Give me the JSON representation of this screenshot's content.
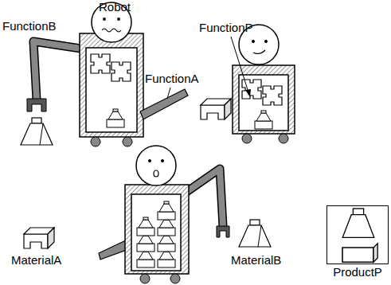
{
  "diagram": {
    "nodes": [
      {
        "text": [
          "ProductP"
        ]
      }
    ],
    "labels": [
      "Robot",
      "FunctionB",
      "FunctionA",
      "FunctionP",
      "MaterialA",
      "MaterialB"
    ]
  }
}
